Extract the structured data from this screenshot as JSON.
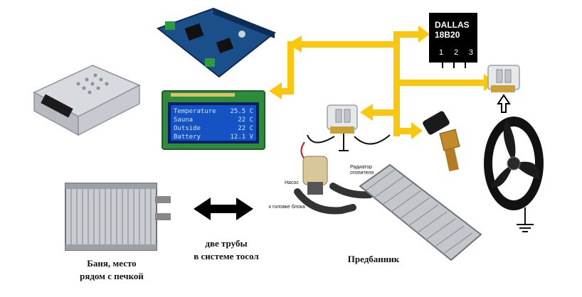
{
  "colors": {
    "arrow": "#f9c80e",
    "board": "#1a4f8a",
    "lcd_bg": "#1553c4",
    "lcd_pcb": "#2e8b3a",
    "black": "#000000"
  },
  "sensor": {
    "line1": "DALLAS",
    "line2": "18B20",
    "pins": [
      "1",
      "2",
      "3"
    ]
  },
  "lcd": {
    "rows": [
      {
        "label": "Temperature",
        "value": "25.5 C"
      },
      {
        "label": "Sauna",
        "value": "22 C"
      },
      {
        "label": "Outside",
        "value": "22 C"
      },
      {
        "label": "Battery",
        "value": "12.1 V"
      }
    ]
  },
  "diagram": {
    "pump_label": "Насос",
    "radiator_label_1": "Радиатор",
    "radiator_label_2": "отопителя",
    "block_label": "к головке блока"
  },
  "captions": {
    "sauna_1": "Баня, место",
    "sauna_2": "рядом с печкой",
    "pipes_1": "две трубы",
    "pipes_2": "в системе тосол",
    "predbannik": "Предбанник"
  }
}
